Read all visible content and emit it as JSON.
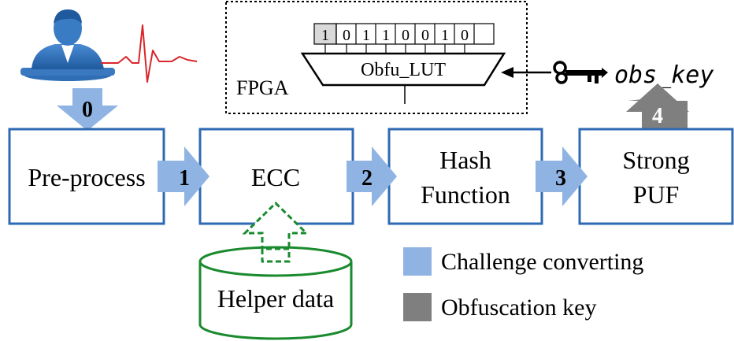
{
  "colors": {
    "box_border": "#2e69b3",
    "challenge_arrow": "#8fb4e3",
    "key_arrow": "#7f7f7f",
    "helper_green": "#1a8a2e",
    "ecg_red": "#d9262a",
    "user_blue": "#2f6db5"
  },
  "icons": {
    "user": "user-doctor-icon",
    "ecg": "ecg-waveform-icon",
    "key": "key-icon"
  },
  "fpga": {
    "label": "FPGA",
    "lut_label": "Obfu_LUT",
    "bits": [
      "1",
      "0",
      "1",
      "1",
      "0",
      "0",
      "1",
      "0"
    ]
  },
  "obs_key": "obs_key",
  "boxes": {
    "preprocess": "Pre-process",
    "ecc": "ECC",
    "hash_line1": "Hash",
    "hash_line2": "Function",
    "puf_line1": "Strong",
    "puf_line2": "PUF"
  },
  "arrows": {
    "a0": "0",
    "a1": "1",
    "a2": "2",
    "a3": "3",
    "a4": "4"
  },
  "helper": "Helper data",
  "legend": {
    "challenge": "Challenge converting",
    "obfuscation": "Obfuscation key"
  }
}
